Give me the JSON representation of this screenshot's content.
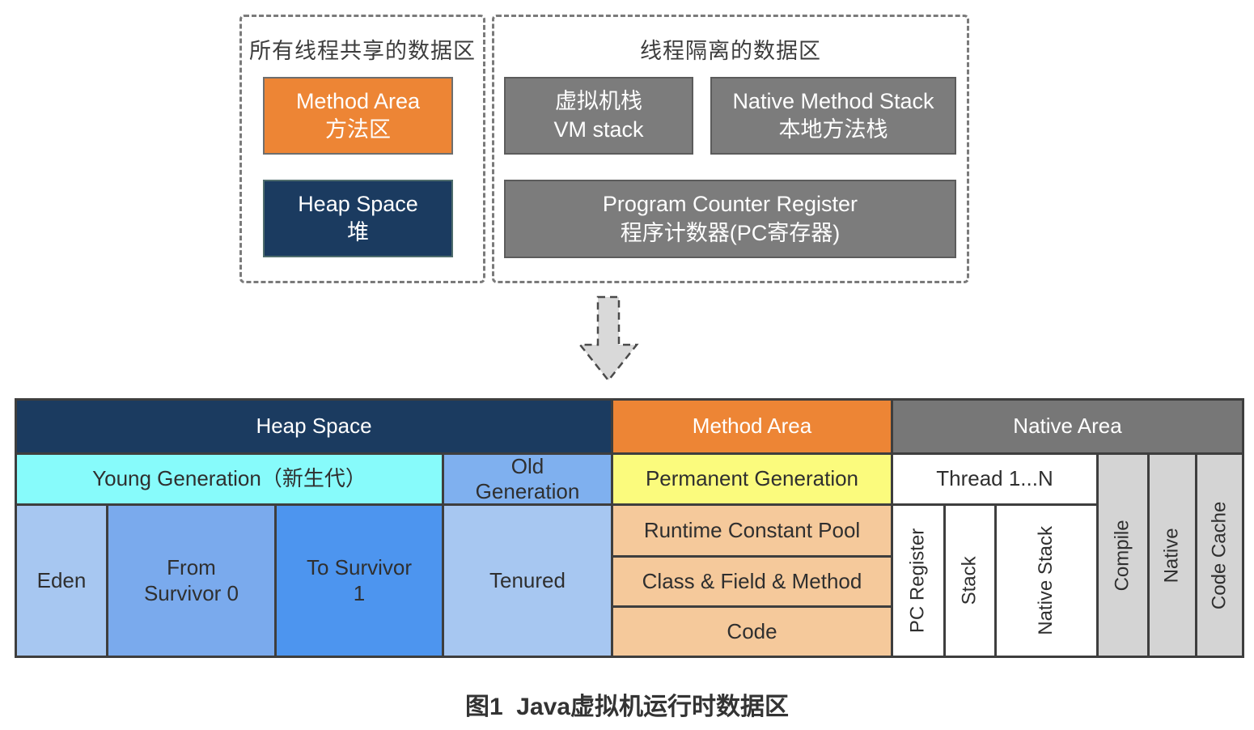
{
  "shared_region": {
    "title": "所有线程共享的数据区",
    "method_area": {
      "line1": "Method Area",
      "line2": "方法区"
    },
    "heap_space": {
      "line1": "Heap Space",
      "line2": "堆"
    }
  },
  "isolated_region": {
    "title": "线程隔离的数据区",
    "vm_stack": {
      "line1": "虚拟机栈",
      "line2": "VM stack"
    },
    "native_method_stack": {
      "line1": "Native Method Stack",
      "line2": "本地方法栈"
    },
    "pc_register": {
      "line1": "Program Counter Register",
      "line2": "程序计数器(PC寄存器)"
    }
  },
  "runtime_table": {
    "headers": {
      "heap": "Heap Space",
      "method": "Method Area",
      "native": "Native Area"
    },
    "heap": {
      "young_generation": "Young Generation（新生代）",
      "old_generation": "Old Generation",
      "eden": "Eden",
      "from_survivor": "From Survivor 0",
      "to_survivor": "To Survivor 1",
      "tenured": "Tenured"
    },
    "method": {
      "permanent_generation": "Permanent Generation",
      "runtime_constant_pool": "Runtime Constant Pool",
      "class_field_method": "Class & Field & Method",
      "code": "Code"
    },
    "native": {
      "thread": "Thread 1...N",
      "pc_register": "PC Register",
      "stack": "Stack",
      "native_stack": "Native Stack",
      "compile": "Compile",
      "native": "Native",
      "code_cache": "Code Cache"
    }
  },
  "caption": "图1  Java虚拟机运行时数据区",
  "colors": {
    "navy": "#1B3B60",
    "orange": "#ED8535",
    "box_gray": "#7C7C7C",
    "native_header_gray": "#777777",
    "cyan": "#87FBFB",
    "old_gen_blue": "#7FB0EF",
    "yellow": "#FBFB7D",
    "light_blue": "#A7C7F1",
    "mid_blue": "#7AAAED",
    "deep_blue": "#4D95EF",
    "peach": "#F5C99B",
    "column_gray": "#D4D4D4",
    "grid_line": "#3E3E3E",
    "arrow_fill": "#D9D9D9"
  }
}
